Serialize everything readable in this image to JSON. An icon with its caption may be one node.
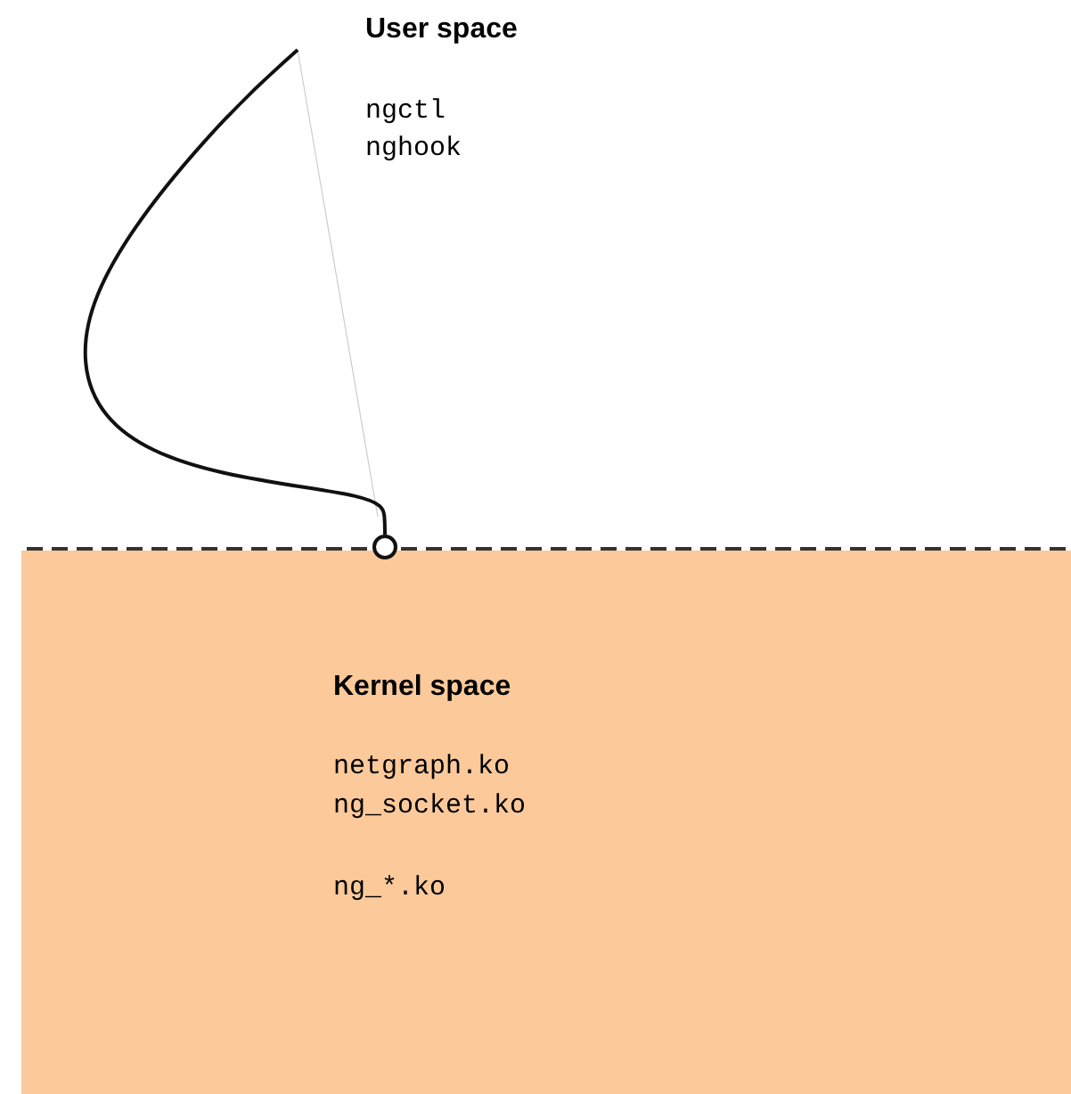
{
  "diagram": {
    "nodes": [
      {
        "text": [
          "User space",
          "ngctl",
          "nghook"
        ]
      },
      {
        "text": [
          "Kernel space",
          "netgraph.ko",
          "ng_socket.ko",
          "ng_*.ko"
        ]
      },
      {
        "text": [],
        "shape": "circle"
      }
    ],
    "edges": [
      {
        "from": 0,
        "to": 2,
        "arrow": "none"
      }
    ]
  }
}
